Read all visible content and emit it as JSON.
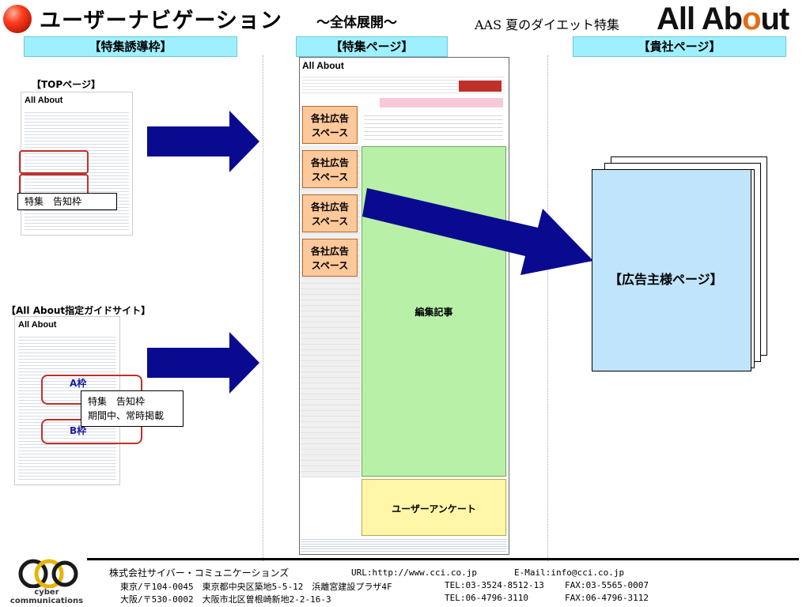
{
  "header": {
    "title": "ユーザーナビゲーション",
    "subtitle": "～全体展開～",
    "aas": "AAS 夏のダイエット特集",
    "brand_a": "All Ab",
    "brand_b": "o",
    "brand_c": "ut"
  },
  "columns": {
    "promo": "【特集誘導枠】",
    "feature": "【特集ページ】",
    "company": "【貴社ページ】"
  },
  "promo": {
    "top_caption": "【TOPページ】",
    "top_callout": "特集　告知枠",
    "guide_caption": "【All About指定ガイドサイト】",
    "slot_a": "A枠",
    "slot_b": "B枠",
    "guide_callout_1": "特集　告知枠",
    "guide_callout_2": "期間中、常時掲載"
  },
  "thumb_logo": "All About",
  "feature_page": {
    "ads": [
      "各社広告\nスペース",
      "各社広告\nスペース",
      "各社広告\nスペース",
      "各社広告\nスペース"
    ],
    "editorial": "編集記事",
    "survey": "ユーザーアンケート"
  },
  "advertiser": {
    "label": "【広告主様ページ】"
  },
  "colors": {
    "arrow": "#0a0a90",
    "header_band": "#9ef0ff",
    "ad_space": "#fdc89a",
    "editorial": "#b9f0a8",
    "survey": "#fff6a8",
    "advertiser_page": "#bfe4fb"
  },
  "footer": {
    "logo_text_1": "cyber",
    "logo_text_2": "communications",
    "company": "株式会社サイバー・コミュニケーションズ",
    "url": "URL:http://www.cci.co.jp",
    "email": "E-Mail:info@cci.co.jp",
    "tokyo": "東京/〒104-0045　東京都中央区築地5-5-12　浜離宮建設プラザ4F",
    "tokyo_tel": "TEL:03-3524-8512-13",
    "tokyo_fax": "FAX:03-5565-0007",
    "osaka": "大阪/〒530-0002　大阪市北区曽根崎新地2-2-16-3",
    "osaka_tel": "TEL:06-4796-3110",
    "osaka_fax": "FAX:06-4796-3112"
  }
}
